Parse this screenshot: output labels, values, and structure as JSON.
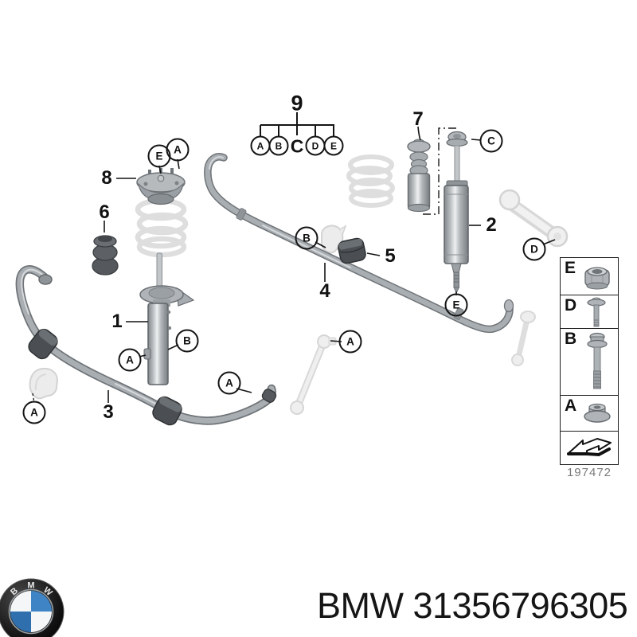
{
  "figure": {
    "tree": {
      "group_label": "9",
      "items": [
        "A",
        "B",
        "C",
        "D",
        "E"
      ]
    },
    "parts": {
      "front_strut": "1",
      "rear_shock": "2",
      "front_stabilizer": "3",
      "rear_stabilizer": "4",
      "stabilizer_bushing": "5",
      "bump_stop": "6",
      "dust_boot": "7",
      "strut_mount": "8"
    },
    "callouts": {
      "mount_nut": "E",
      "mount_stud": "A",
      "strut_lower_a": "A",
      "strut_lower_b": "B",
      "front_bracket": "A",
      "front_bar_end": "A",
      "front_link_top": "A",
      "rear_bracket": "B",
      "shock_top_nut": "C",
      "shock_bottom": "E",
      "arm_bolt": "D"
    },
    "legend": {
      "rows": [
        "E",
        "D",
        "B",
        "A"
      ],
      "code": "197472"
    }
  },
  "footer": {
    "label": "BMW 31356796305"
  },
  "logo": {
    "letters": [
      "B",
      "M",
      "W"
    ]
  },
  "colors": {
    "ink": "#141414",
    "metal_gray": "#a9aeb2",
    "rubber_dark": "#4b4f53",
    "ghost_gray": "#e6e6e6",
    "code_gray": "#7a7a7a",
    "roundel_blue_light": "#3f85c6",
    "roundel_blue_dark": "#2f6fae"
  }
}
